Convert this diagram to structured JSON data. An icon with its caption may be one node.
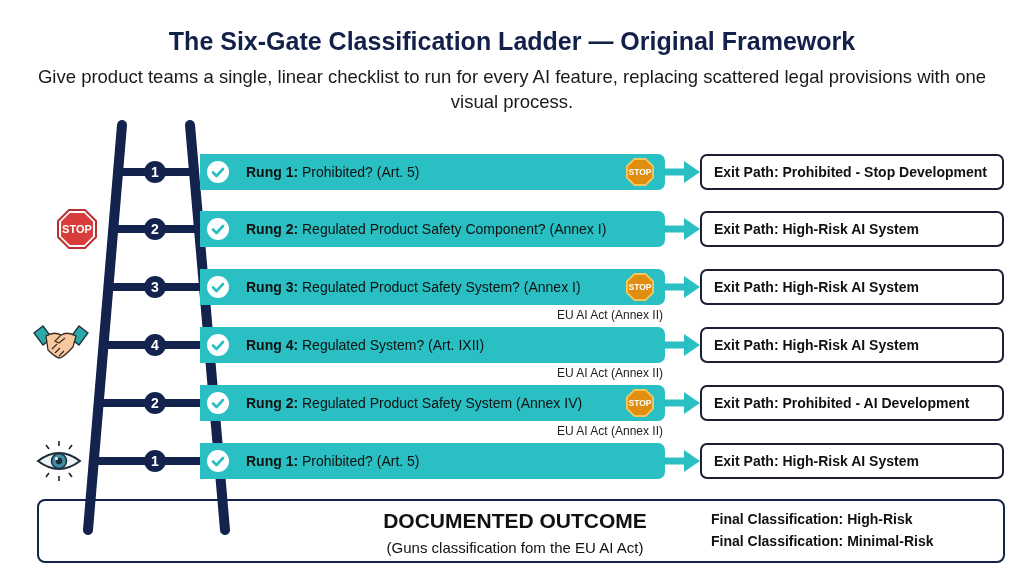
{
  "diagram": {
    "title": "The Six-Gate Classification Ladder — Original Framework",
    "nodes": [
      {
        "text": [
          "1"
        ]
      },
      {
        "text": [
          "**Rung 1:** Prohibited? (Art. 5)"
        ]
      },
      {
        "text": [
          "STOP"
        ],
        "in": 1
      },
      {
        "text": [
          "Exit Path: Prohibited - Stop Development"
        ]
      },
      {
        "text": [
          "STOP"
        ]
      },
      {
        "text": [
          "2"
        ]
      },
      {
        "text": [
          "**Rung 2:** Regulated Product Safety Component? (Annex I)"
        ]
      },
      {
        "text": [
          "Exit Path: High-Risk AI System"
        ]
      },
      {
        "text": [
          "3"
        ]
      },
      {
        "text": [
          "**Rung 3:** Regulated Product Safety System? (Annex I)"
        ],
        "beside": [
          "EU AI Act (Annex II)"
        ]
      },
      {
        "text": [
          "STOP"
        ],
        "in": 9
      },
      {
        "text": [
          "Exit Path: High-Risk AI System"
        ]
      },
      {
        "text": [
          "4"
        ]
      },
      {
        "text": [
          "**Rung 4:** Regulated System? (Art. IXII)"
        ],
        "beside": [
          "EU AI Act (Annex II)"
        ]
      },
      {
        "text": [
          "Exit Path: High-Risk AI System"
        ]
      },
      {
        "text": [
          "2"
        ]
      },
      {
        "text": [
          "**Rung 2:** Regulated Product Safety System (Annex IV)"
        ],
        "beside": [
          "EU AI Act (Annex II)"
        ]
      },
      {
        "text": [
          "STOP"
        ],
        "in": 16
      },
      {
        "text": [
          "Exit Path: Prohibited - AI Development"
        ]
      },
      {
        "text": [
          "1"
        ]
      },
      {
        "text": [
          "**Rung 1:** Prohibited? (Art. 5)"
        ]
      },
      {
        "text": [
          "Exit Path: High-Risk AI System"
        ]
      },
      {
        "text": [
          "DOCUMENTED OUTCOME",
          "(Guns classification fom the EU AI Act)",
          "Final Classification: High-Risk",
          "Final Classification: Minimal-Risk"
        ]
      }
    ],
    "edges": [
      {
        "from": 1,
        "to": 3,
        "arrow": "to"
      },
      {
        "from": 6,
        "to": 7,
        "arrow": "to"
      },
      {
        "from": 9,
        "to": 11,
        "arrow": "to"
      },
      {
        "from": 13,
        "to": 14,
        "arrow": "to"
      },
      {
        "from": 16,
        "to": 18,
        "arrow": "to"
      },
      {
        "from": 20,
        "to": 21,
        "arrow": "to"
      }
    ],
    "labels": [
      "Give product teams a single, linear checklist to run for every AI feature, replacing scattered legal provisions with one visual process."
    ]
  }
}
